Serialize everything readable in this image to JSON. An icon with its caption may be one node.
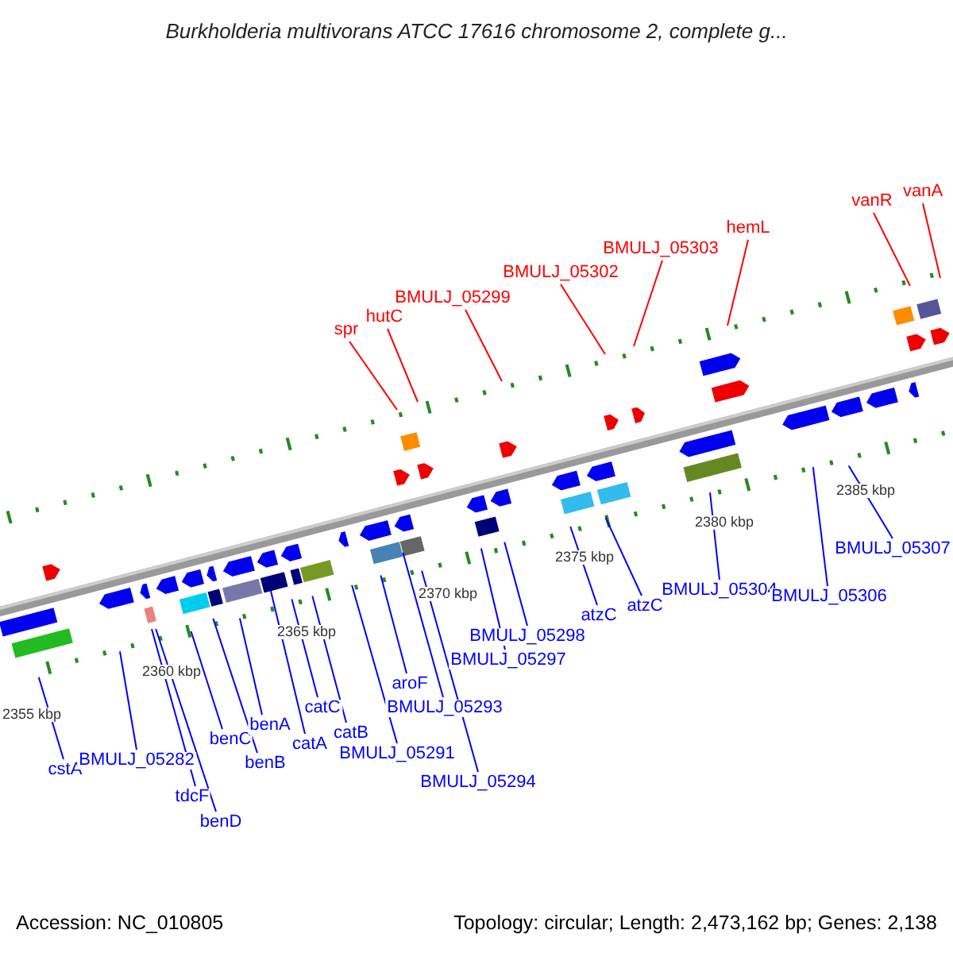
{
  "diagram": {
    "title": "Burkholderia multivorans ATCC 17616 chromosome 2, complete g...",
    "nodes": [
      {
        "text": [
          "spr"
        ]
      },
      {
        "text": [
          "hutC"
        ]
      },
      {
        "text": [
          "BMULJ_05299"
        ]
      },
      {
        "text": [
          "BMULJ_05302"
        ]
      },
      {
        "text": [
          "BMULJ_05303"
        ]
      },
      {
        "text": [
          "hemL"
        ]
      },
      {
        "text": [
          "vanR"
        ]
      },
      {
        "text": [
          "vanA"
        ]
      },
      {
        "text": [
          "cstA"
        ]
      },
      {
        "text": [
          "BMULJ_05282"
        ]
      },
      {
        "text": [
          "tdcF"
        ]
      },
      {
        "text": [
          "benD"
        ]
      },
      {
        "text": [
          "benC"
        ]
      },
      {
        "text": [
          "benB"
        ]
      },
      {
        "text": [
          "benA"
        ]
      },
      {
        "text": [
          "catA"
        ]
      },
      {
        "text": [
          "catC"
        ]
      },
      {
        "text": [
          "catB"
        ]
      },
      {
        "text": [
          "BMULJ_05291"
        ]
      },
      {
        "text": [
          "aroF"
        ]
      },
      {
        "text": [
          "BMULJ_05293"
        ]
      },
      {
        "text": [
          "BMULJ_05294"
        ]
      },
      {
        "text": [
          "BMULJ_05298"
        ]
      },
      {
        "text": [
          "BMULJ_05297"
        ]
      },
      {
        "text": [
          "atzC"
        ]
      },
      {
        "text": [
          "atzC"
        ]
      },
      {
        "text": [
          "BMULJ_05304"
        ]
      },
      {
        "text": [
          "BMULJ_05306"
        ]
      },
      {
        "text": [
          "BMULJ_05307"
        ]
      }
    ],
    "edges": [
      {
        "from": 0,
        "to": null,
        "arrow": "none",
        "color": "#ff0000"
      },
      {
        "from": 1,
        "to": null,
        "arrow": "none",
        "color": "#ff0000"
      },
      {
        "from": 2,
        "to": null,
        "arrow": "none",
        "color": "#ff0000"
      },
      {
        "from": 3,
        "to": null,
        "arrow": "none",
        "color": "#ff0000"
      },
      {
        "from": 4,
        "to": null,
        "arrow": "none",
        "color": "#ff0000"
      },
      {
        "from": 5,
        "to": null,
        "arrow": "none",
        "color": "#ff0000"
      },
      {
        "from": 6,
        "to": null,
        "arrow": "none",
        "color": "#ff0000"
      },
      {
        "from": 7,
        "to": null,
        "arrow": "none",
        "color": "#ff0000"
      },
      {
        "from": 8,
        "to": null,
        "arrow": "none"
      },
      {
        "from": 9,
        "to": null,
        "arrow": "none"
      },
      {
        "from": 10,
        "to": null,
        "arrow": "none"
      },
      {
        "from": 11,
        "to": null,
        "arrow": "none"
      },
      {
        "from": 12,
        "to": null,
        "arrow": "none"
      },
      {
        "from": 13,
        "to": null,
        "arrow": "none"
      },
      {
        "from": 14,
        "to": null,
        "arrow": "none"
      },
      {
        "from": 15,
        "to": null,
        "arrow": "none"
      },
      {
        "from": 16,
        "to": null,
        "arrow": "none"
      },
      {
        "from": 17,
        "to": null,
        "arrow": "none"
      },
      {
        "from": 18,
        "to": null,
        "arrow": "none"
      },
      {
        "from": 19,
        "to": null,
        "arrow": "none"
      },
      {
        "from": 20,
        "to": null,
        "arrow": "none"
      },
      {
        "from": 21,
        "to": null,
        "arrow": "none"
      },
      {
        "from": 22,
        "to": null,
        "arrow": "none"
      },
      {
        "from": 23,
        "to": null,
        "arrow": "none"
      },
      {
        "from": 24,
        "to": null,
        "arrow": "none"
      },
      {
        "from": 25,
        "to": null,
        "arrow": "none"
      },
      {
        "from": 26,
        "to": null,
        "arrow": "none"
      },
      {
        "from": 27,
        "to": null,
        "arrow": "none"
      },
      {
        "from": 28,
        "to": null,
        "arrow": "none"
      }
    ],
    "labels": [
      "2355 kbp",
      "2360 kbp",
      "2365 kbp",
      "2370 kbp",
      "2375 kbp",
      "2380 kbp",
      "2385 kbp",
      "Accession: NC_010805",
      "Topology: circular; Length: 2,473,162 bp; Genes: 2,138"
    ]
  }
}
